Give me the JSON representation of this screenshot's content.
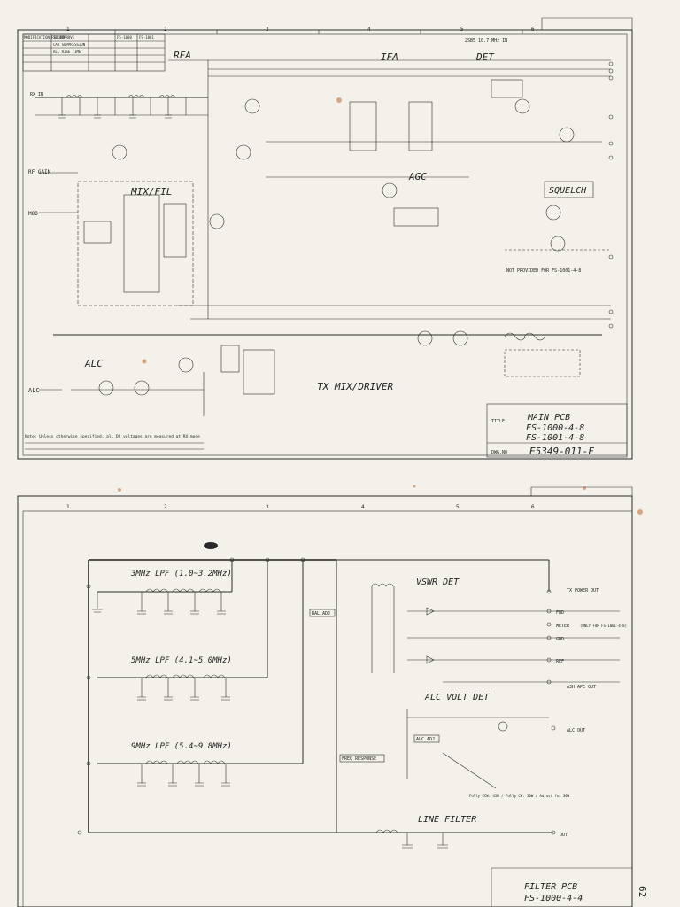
{
  "colors": {
    "paper": "#f4f1ea",
    "ink": "#2b2b2b",
    "stain": "#c0682e"
  },
  "page1": {
    "revision_header": [
      "MODIFICATION RECORD",
      "TO IMPROVE",
      "FS-1000",
      "FS-1001"
    ],
    "revision_rows": [
      "CAR SUPPRESSION",
      "ALC RISE TIME"
    ],
    "column_numbers": [
      "1",
      "2",
      "3",
      "4",
      "5",
      "6"
    ],
    "top_note": "2SB5 10.7 MHz IN",
    "blocks": {
      "rfa": "RFA",
      "ifa": "IFA",
      "det": "DET",
      "mixfil": "MIX/FIL",
      "agc": "AGC",
      "squelch": "SQUELCH",
      "alc": "ALC",
      "txmix": "TX MIX/DRIVER"
    },
    "side_labels": {
      "rf_gain": "RF GAIN",
      "mod": "MOD",
      "alc_in": "ALC",
      "rx_in": "RX IN"
    },
    "notes": {
      "not_provided": "NOT PROVIDED FOR FS-1001-4-8",
      "general": "Note: Unless otherwise specified, all DC voltages are measured at RX mode"
    },
    "title_block": {
      "title_key": "TITLE",
      "title": "MAIN PCB",
      "model1": "FS-1000-4-8",
      "model2": "FS-1001-4-8",
      "dwg_key": "DWG.NO",
      "dwg_no": "E5349-011-F"
    }
  },
  "page2": {
    "column_numbers": [
      "1",
      "2",
      "3",
      "4",
      "5",
      "6"
    ],
    "blocks": {
      "lpf3": "3MHz LPF (1.0~3.2MHz)",
      "lpf5": "5MHz LPF (4.1~5.0MHz)",
      "lpf9": "9MHz LPF (5.4~9.8MHz)",
      "vswr": "VSWR DET",
      "alcvolt": "ALC VOLT DET",
      "linefilter": "LINE FILTER"
    },
    "boxes": {
      "bal_adj": "BAL ADJ",
      "freq_response": "FREQ RESPONSE",
      "alc_adj": "ALC ADJ"
    },
    "outputs": [
      "TX POWER OUT",
      "FWD",
      "METER",
      "GND",
      "REF",
      "A3H APC OUT",
      "ALC OUT",
      "OUT"
    ],
    "meter_note": "(ONLY FOR FS-1001-4-8)",
    "power_note": "Fully CCW: 45W / Fully CW: 10W / Adjust for 30W",
    "title_block": {
      "title": "FILTER PCB",
      "model": "FS-1000-4-4",
      "page_no": "62"
    }
  }
}
